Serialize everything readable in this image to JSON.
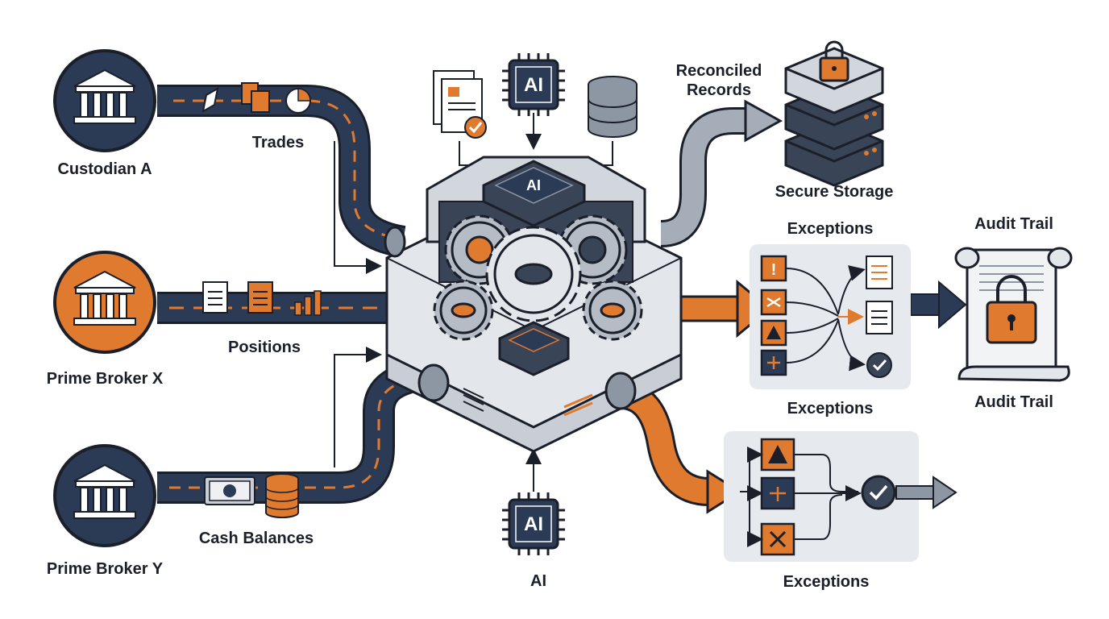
{
  "labels": {
    "custodian_a": "Custodian A",
    "prime_broker_x": "Prime Broker X",
    "prime_broker_y": "Prime Broker Y",
    "trades": "Trades",
    "positions": "Positions",
    "cash_balances": "Cash Balances",
    "reconciled_records": "Reconciled\nRecords",
    "secure_storage": "Secure Storage",
    "exceptions_top": "Exceptions",
    "exceptions_mid": "Exceptions",
    "exceptions_bottom": "Exceptions",
    "audit_trail_top": "Audit Trail",
    "audit_trail_bottom": "Audit Trail",
    "ai_bottom": "AI",
    "ai_chip_top": "AI",
    "ai_chip_bottom": "AI",
    "ai_engine": "AI"
  },
  "colors": {
    "navy": "#2b3b55",
    "orange": "#e07a2e",
    "grey": "#8d96a3",
    "light_grey": "#e6e9ee",
    "dark": "#1b1f2a"
  },
  "icons": {
    "sources": [
      "bank-icon",
      "bank-icon",
      "bank-icon"
    ],
    "exceptions_panel_a": [
      "alert-icon",
      "bug-icon",
      "warning-icon",
      "scale-icon"
    ],
    "exceptions_panel_b": [
      "warning-icon",
      "scale-icon",
      "close-icon"
    ]
  }
}
